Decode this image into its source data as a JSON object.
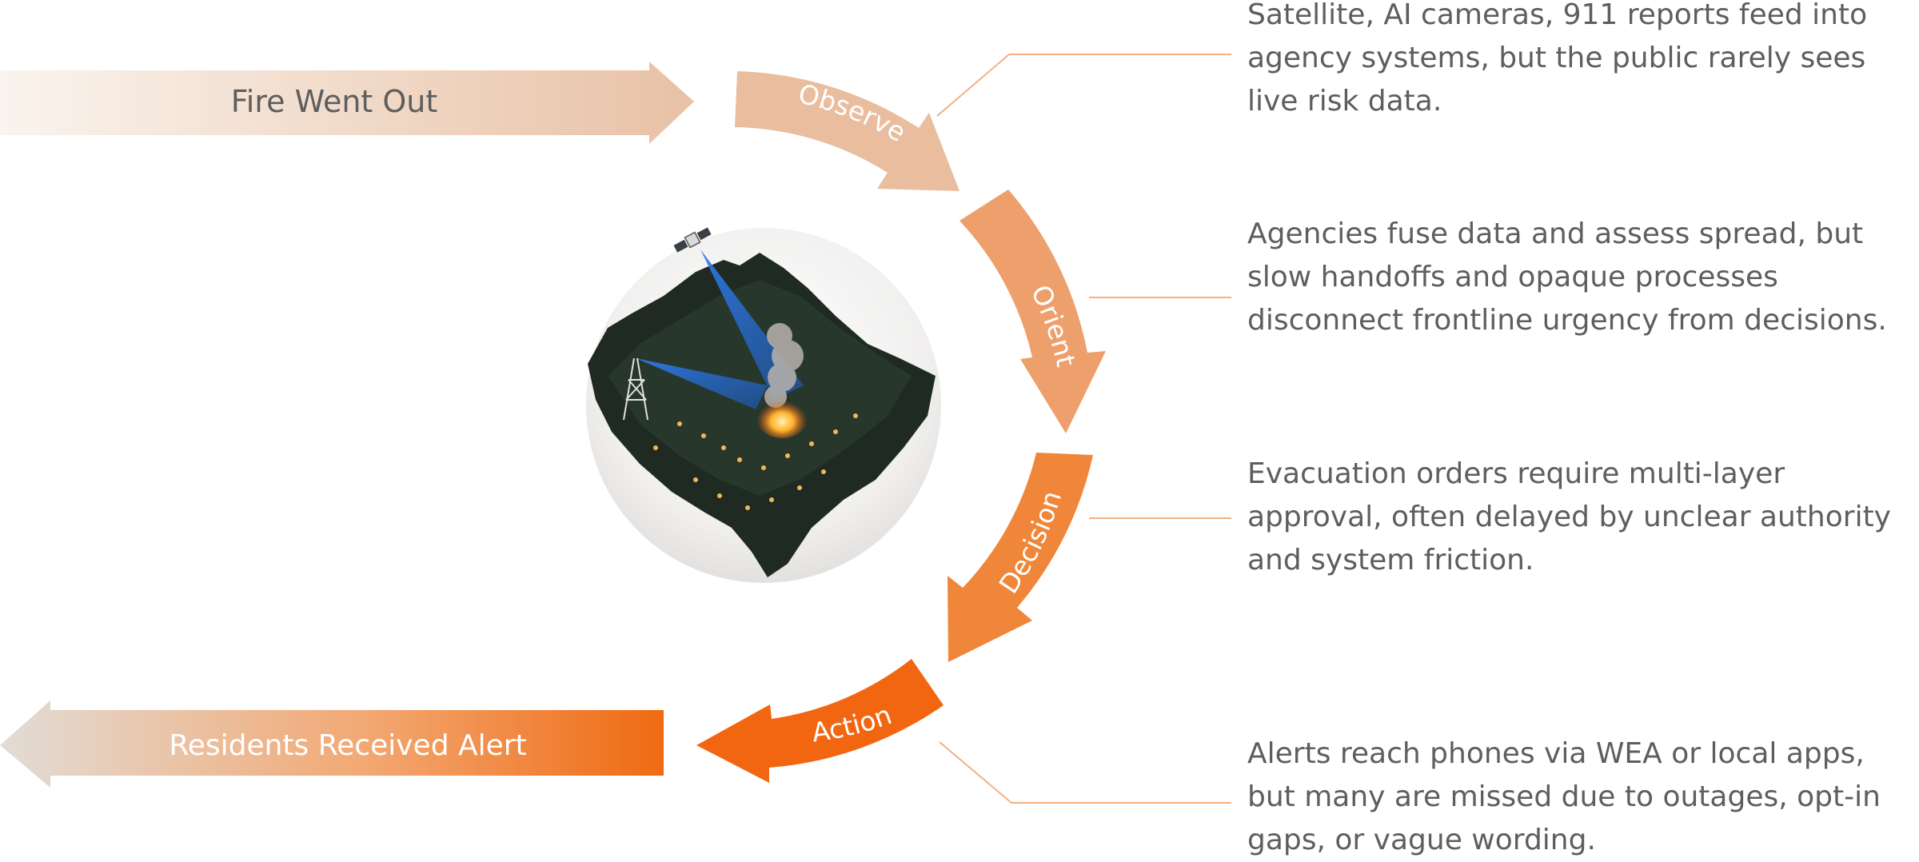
{
  "diagram": {
    "start_label": "Fire Went Out",
    "end_label": "Residents Received Alert",
    "stages": [
      {
        "label": "Observe",
        "description": "Satellite, AI cameras, 911 reports feed into agency systems, but the public rarely sees live risk data.",
        "color": "#e9bd9e"
      },
      {
        "label": "Orient",
        "description": "Agencies fuse data and assess spread, but slow handoffs and opaque processes disconnect frontline urgency from decisions.",
        "color": "#eea06c"
      },
      {
        "label": "Decision",
        "description": "Evacuation orders require multi-layer approval, often delayed by unclear authority and system friction.",
        "color": "#f0863a"
      },
      {
        "label": "Action",
        "description": "Alerts reach phones via WEA or local apps, but many are missed due to outages, opt-in gaps, or vague wording.",
        "color": "#f26611"
      }
    ]
  },
  "colors": {
    "start_arrow": "#e8c1a5",
    "end_arrow": "#f06a12",
    "connector": "#f3b083",
    "text": "#5e5e5e"
  },
  "illustration": {
    "icons": [
      "satellite-icon",
      "cell-tower-icon",
      "fire-icon",
      "smoke-icon",
      "forest-island-icon"
    ]
  }
}
